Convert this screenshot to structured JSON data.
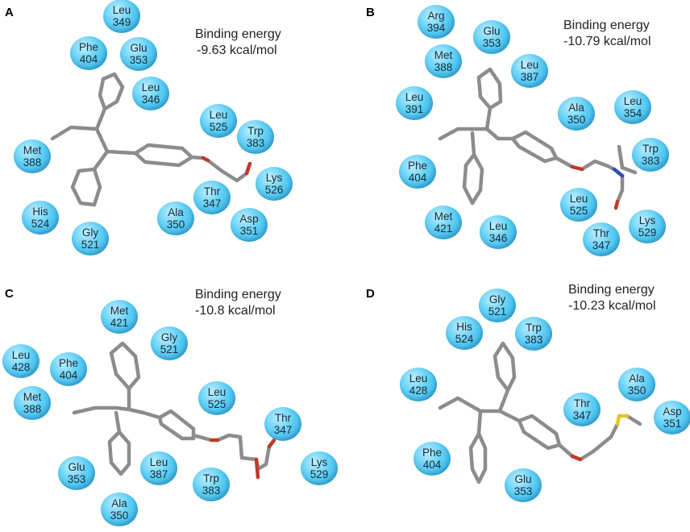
{
  "panels": [
    {
      "id": "A",
      "energy_label": "Binding energy",
      "energy_value": "-9.63 kcal/mol",
      "residues": [
        {
          "name": "Leu",
          "num": "349"
        },
        {
          "name": "Phe",
          "num": "404"
        },
        {
          "name": "Glu",
          "num": "353"
        },
        {
          "name": "Leu",
          "num": "346"
        },
        {
          "name": "Leu",
          "num": "525"
        },
        {
          "name": "Trp",
          "num": "383"
        },
        {
          "name": "Met",
          "num": "388"
        },
        {
          "name": "Lys",
          "num": "526"
        },
        {
          "name": "Thr",
          "num": "347"
        },
        {
          "name": "His",
          "num": "524"
        },
        {
          "name": "Ala",
          "num": "350"
        },
        {
          "name": "Asp",
          "num": "351"
        },
        {
          "name": "Gly",
          "num": "521"
        }
      ]
    },
    {
      "id": "B",
      "energy_label": "Binding energy",
      "energy_value": "-10.79 kcal/mol",
      "residues": [
        {
          "name": "Arg",
          "num": "394"
        },
        {
          "name": "Glu",
          "num": "353"
        },
        {
          "name": "Met",
          "num": "388"
        },
        {
          "name": "Leu",
          "num": "387"
        },
        {
          "name": "Leu",
          "num": "391"
        },
        {
          "name": "Ala",
          "num": "350"
        },
        {
          "name": "Leu",
          "num": "354"
        },
        {
          "name": "Trp",
          "num": "383"
        },
        {
          "name": "Phe",
          "num": "404"
        },
        {
          "name": "Leu",
          "num": "525"
        },
        {
          "name": "Met",
          "num": "421"
        },
        {
          "name": "Lys",
          "num": "529"
        },
        {
          "name": "Leu",
          "num": "346"
        },
        {
          "name": "Thr",
          "num": "347"
        }
      ]
    },
    {
      "id": "C",
      "energy_label": "Binding energy",
      "energy_value": "-10.8 kcal/mol",
      "residues": [
        {
          "name": "Met",
          "num": "421"
        },
        {
          "name": "Gly",
          "num": "521"
        },
        {
          "name": "Leu",
          "num": "428"
        },
        {
          "name": "Phe",
          "num": "404"
        },
        {
          "name": "Met",
          "num": "388"
        },
        {
          "name": "Leu",
          "num": "525"
        },
        {
          "name": "Thr",
          "num": "347"
        },
        {
          "name": "Glu",
          "num": "353"
        },
        {
          "name": "Leu",
          "num": "387"
        },
        {
          "name": "Trp",
          "num": "383"
        },
        {
          "name": "Lys",
          "num": "529"
        },
        {
          "name": "Ala",
          "num": "350"
        }
      ]
    },
    {
      "id": "D",
      "energy_label": "Binding energy",
      "energy_value": "-10.23 kcal/mol",
      "residues": [
        {
          "name": "Gly",
          "num": "521"
        },
        {
          "name": "His",
          "num": "524"
        },
        {
          "name": "Trp",
          "num": "383"
        },
        {
          "name": "Leu",
          "num": "428"
        },
        {
          "name": "Ala",
          "num": "350"
        },
        {
          "name": "Thr",
          "num": "347"
        },
        {
          "name": "Asp",
          "num": "351"
        },
        {
          "name": "Phe",
          "num": "404"
        },
        {
          "name": "Glu",
          "num": "353"
        }
      ]
    }
  ],
  "colors": {
    "residue": "#3bb8ea",
    "carbon": "#8c8c8c",
    "oxygen": "#c0392b",
    "nitrogen": "#2e4fb8",
    "sulfur": "#e2c52a"
  }
}
